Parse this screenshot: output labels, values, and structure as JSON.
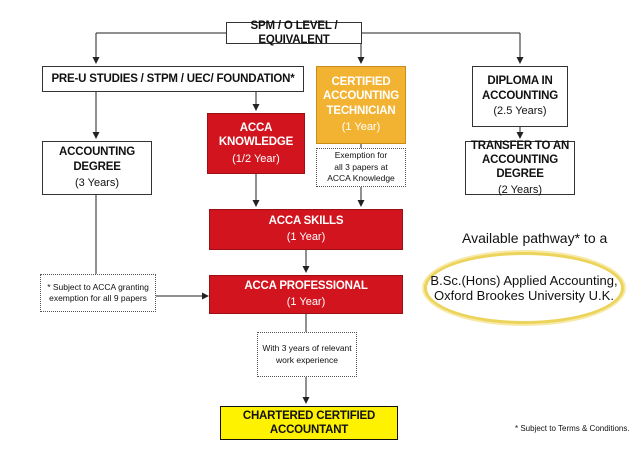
{
  "nodes": {
    "spm": {
      "title": "SPM / O LEVEL / EQUIVALENT"
    },
    "preu": {
      "title": "PRE-U STUDIES / STPM / UEC/ FOUNDATION*"
    },
    "cat": {
      "line1": "CERTIFIED",
      "line2": "ACCOUNTING",
      "line3": "TECHNICIAN",
      "sub": "(1 Year)"
    },
    "diploma": {
      "line1": "DIPLOMA IN",
      "line2": "ACCOUNTING",
      "sub": "(2.5 Years)"
    },
    "accounting_degree": {
      "title": "ACCOUNTING DEGREE",
      "sub": "(3 Years)"
    },
    "acca_knowledge": {
      "line1": "ACCA",
      "line2": "KNOWLEDGE",
      "sub": "(1/2 Year)"
    },
    "exemption_note": {
      "line1": "Exemption for",
      "line2": "all 3 papers at",
      "line3": "ACCA Knowledge"
    },
    "transfer": {
      "line1": "TRANSFER TO AN",
      "line2": "ACCOUNTING DEGREE",
      "sub": "(2 Years)"
    },
    "acca_skills": {
      "title": "ACCA SKILLS",
      "sub": "(1 Year)"
    },
    "subject_note": {
      "line1": "* Subject to ACCA granting",
      "line2": "exemption for all 9 papers"
    },
    "acca_professional": {
      "title": "ACCA PROFESSIONAL",
      "sub": "(1 Year)"
    },
    "experience_note": {
      "line1": "With 3 years of relevant",
      "line2": "work experience"
    },
    "cca": {
      "title": "CHARTERED CERTIFIED ACCOUNTANT"
    }
  },
  "pathway": {
    "heading": "Available pathway* to a",
    "line1": "B.Sc.(Hons) Applied Accounting,",
    "line2": "Oxford Brookes University U.K."
  },
  "footnote": "* Subject to Terms & Conditions.",
  "colors": {
    "red": "#d2141e",
    "gold": "#f3b332",
    "yellow": "#fff200",
    "oval_border": "#ecd35a"
  }
}
